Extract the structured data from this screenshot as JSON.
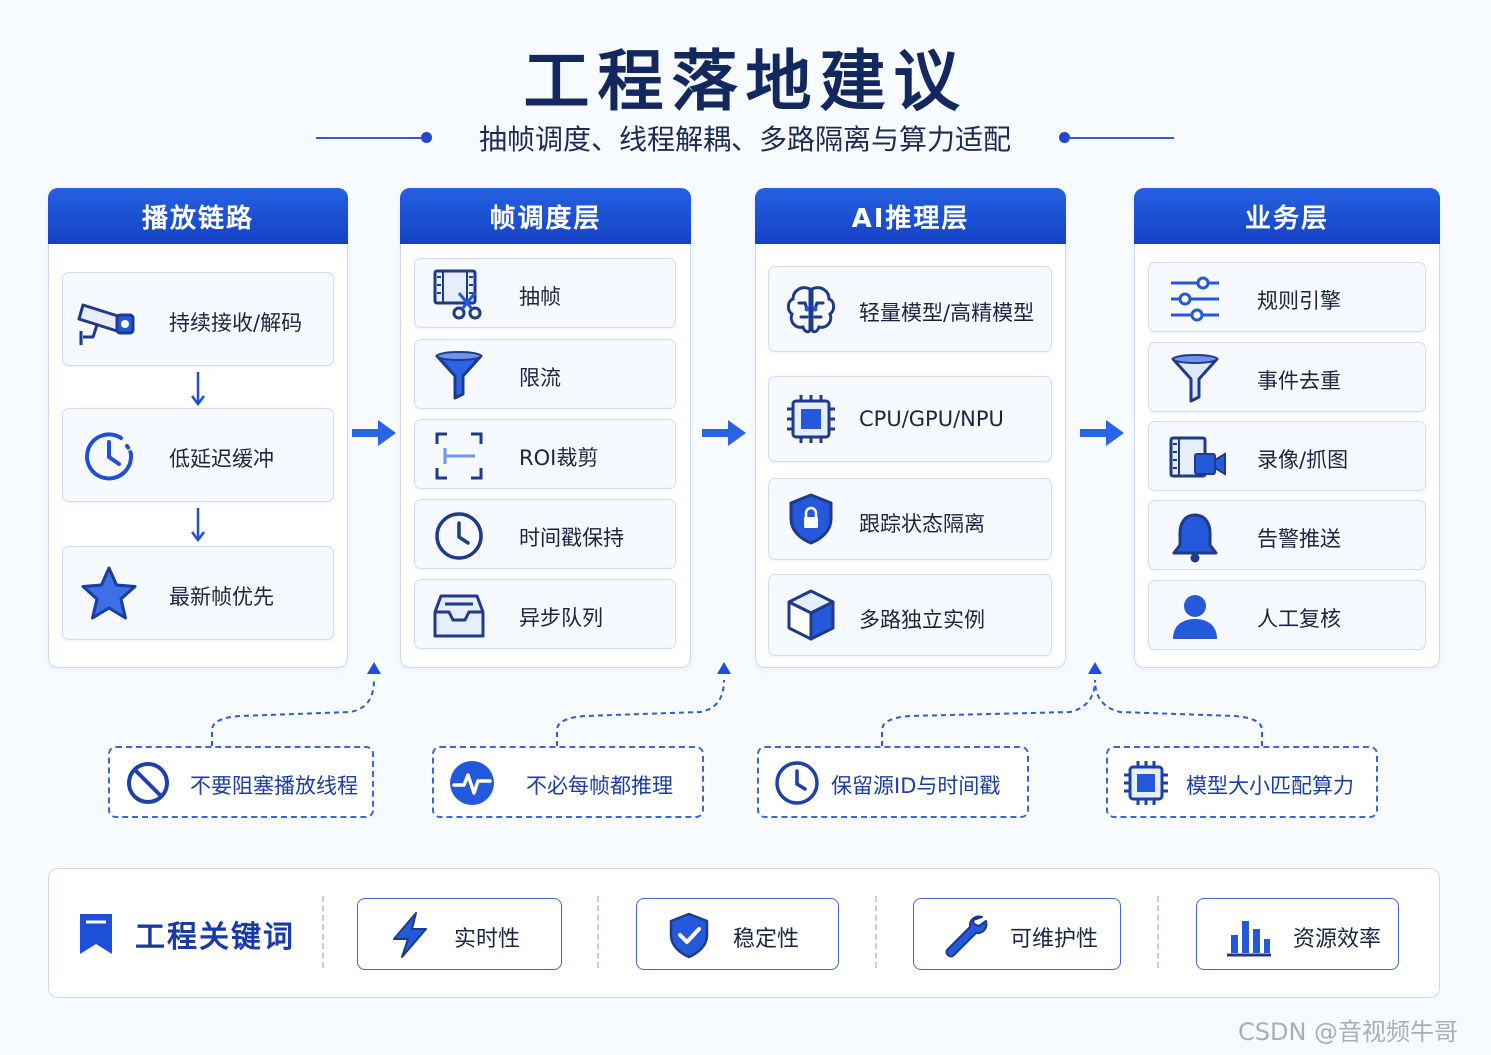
{
  "title": "工程落地建议",
  "subtitle": "抽帧调度、线程解耦、多路隔离与算力适配",
  "colors": {
    "primary": "#1e4fd8",
    "navy": "#13285e",
    "card_bg": "#f6f9ff",
    "border": "#cdd9f2"
  },
  "columns": [
    {
      "title": "播放链路",
      "items": [
        {
          "label": "持续接收/解码",
          "icon": "cctv-camera-icon"
        },
        {
          "label": "低延迟缓冲",
          "icon": "clock-icon"
        },
        {
          "label": "最新帧优先",
          "icon": "star-icon"
        }
      ]
    },
    {
      "title": "帧调度层",
      "items": [
        {
          "label": "抽帧",
          "icon": "film-scissors-icon"
        },
        {
          "label": "限流",
          "icon": "funnel-icon"
        },
        {
          "label": "ROI裁剪",
          "icon": "crop-icon"
        },
        {
          "label": "时间戳保持",
          "icon": "clock-icon"
        },
        {
          "label": "异步队列",
          "icon": "inbox-tray-icon"
        }
      ]
    },
    {
      "title": "AI推理层",
      "items": [
        {
          "label": "轻量模型/高精模型",
          "icon": "brain-icon"
        },
        {
          "label": "CPU/GPU/NPU",
          "icon": "chip-icon"
        },
        {
          "label": "跟踪状态隔离",
          "icon": "shield-lock-icon"
        },
        {
          "label": "多路独立实例",
          "icon": "cube-icon"
        }
      ]
    },
    {
      "title": "业务层",
      "items": [
        {
          "label": "规则引擎",
          "icon": "sliders-icon"
        },
        {
          "label": "事件去重",
          "icon": "funnel-icon"
        },
        {
          "label": "录像/抓图",
          "icon": "video-camera-icon"
        },
        {
          "label": "告警推送",
          "icon": "bell-icon"
        },
        {
          "label": "人工复核",
          "icon": "user-icon"
        }
      ]
    }
  ],
  "notes": [
    {
      "label": "不要阻塞播放线程",
      "icon": "prohibited-icon"
    },
    {
      "label": "不必每帧都推理",
      "icon": "pulse-icon"
    },
    {
      "label": "保留源ID与时间戳",
      "icon": "clock-icon"
    },
    {
      "label": "模型大小匹配算力",
      "icon": "chip-icon"
    }
  ],
  "keywords": {
    "title": "工程关键词",
    "title_icon": "bookmark-icon",
    "items": [
      {
        "label": "实时性",
        "icon": "lightning-icon"
      },
      {
        "label": "稳定性",
        "icon": "shield-check-icon"
      },
      {
        "label": "可维护性",
        "icon": "wrench-icon"
      },
      {
        "label": "资源效率",
        "icon": "bar-chart-icon"
      }
    ]
  },
  "watermark": "CSDN @音视频牛哥"
}
